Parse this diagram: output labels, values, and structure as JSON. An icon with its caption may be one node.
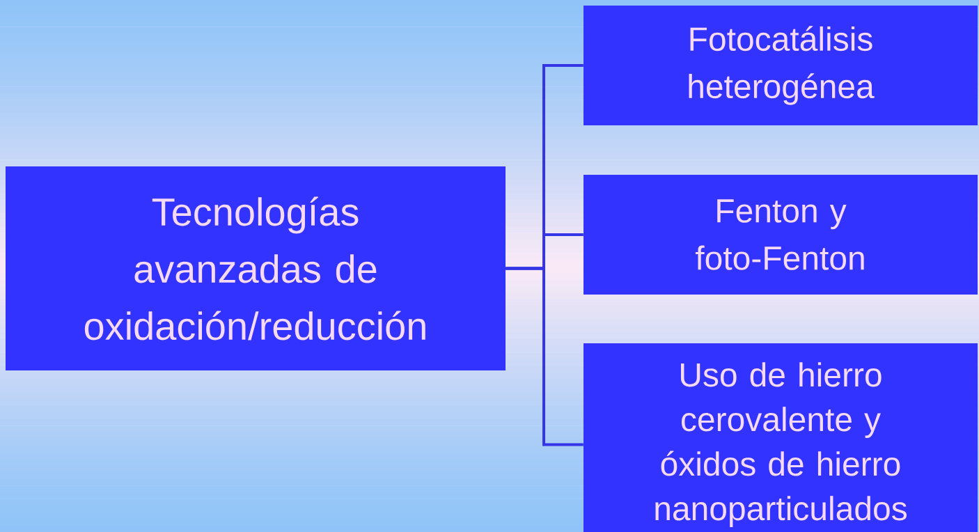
{
  "diagram": {
    "nodes": [
      {
        "text": [
          "Tecnologías avanzadas de oxidación/reducción"
        ]
      },
      {
        "text": [
          "Fotocatálisis heterogénea"
        ]
      },
      {
        "text": [
          "Fenton y foto-Fenton"
        ]
      },
      {
        "text": [
          "Uso de hierro cerovalente y óxidos de hierro nanoparticulados"
        ]
      }
    ],
    "edges": [
      {
        "from": 0,
        "to": 1,
        "arrow": "none"
      },
      {
        "from": 0,
        "to": 2,
        "arrow": "none"
      },
      {
        "from": 0,
        "to": 3,
        "arrow": "none"
      }
    ]
  }
}
